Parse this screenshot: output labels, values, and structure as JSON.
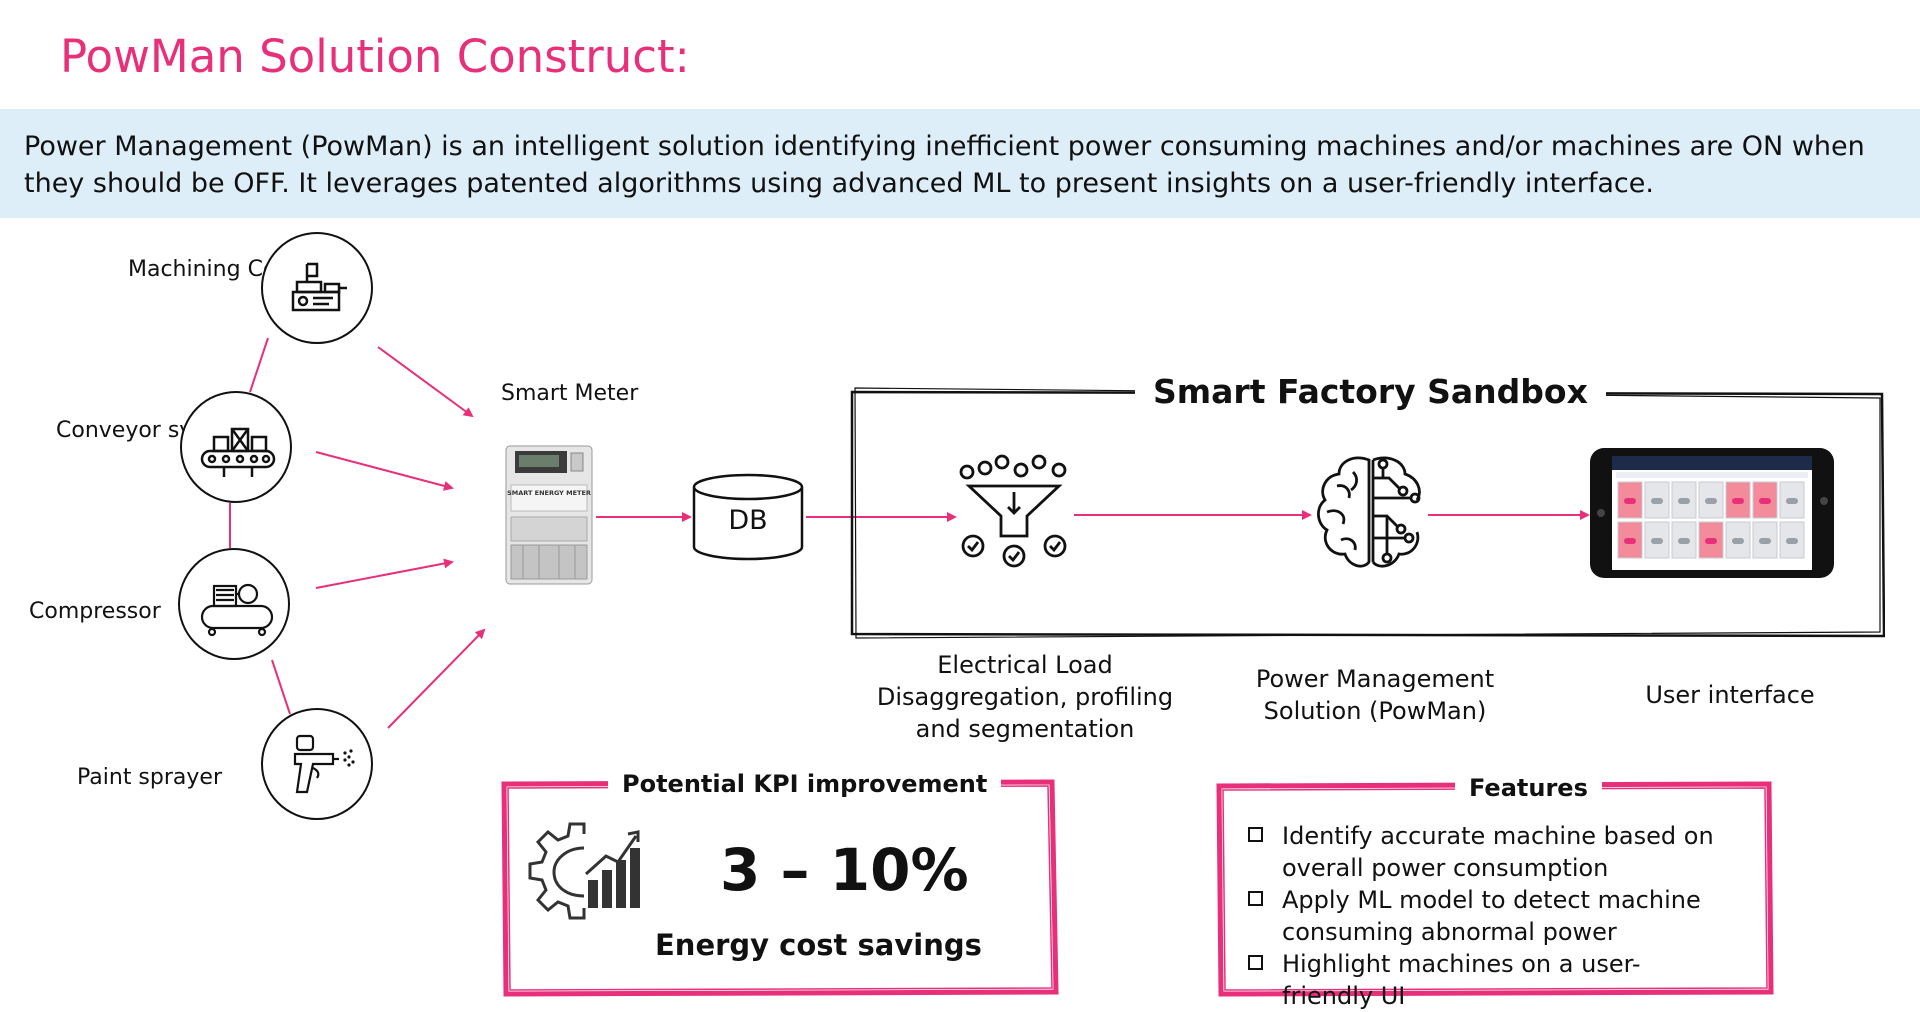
{
  "title": "PowMan Solution Construct:",
  "banner": "Power Management (PowMan) is an intelligent solution identifying inefficient power consuming machines and/or machines are ON when they should be OFF. It leverages patented algorithms using advanced ML to present insights on a user-friendly interface.",
  "machines": [
    {
      "label": "Machining Centers",
      "icon": "machining-center-icon"
    },
    {
      "label": "Conveyor systems",
      "icon": "conveyor-icon"
    },
    {
      "label": "Compressor",
      "icon": "compressor-icon"
    },
    {
      "label": "Paint sprayer",
      "icon": "paint-sprayer-icon"
    }
  ],
  "smart_meter": {
    "label": "Smart Meter",
    "plate": "SMART ENERGY METER"
  },
  "db_label": "DB",
  "sandbox": {
    "title": "Smart Factory Sandbox",
    "steps": [
      {
        "label": "Electrical Load Disaggregation, profiling and segmentation",
        "icon": "funnel-icon"
      },
      {
        "label": "Power Management Solution (PowMan)",
        "icon": "ai-brain-icon"
      },
      {
        "label": "User interface",
        "icon": "tablet-icon"
      }
    ]
  },
  "kpi": {
    "title": "Potential KPI improvement",
    "value": "3 – 10%",
    "subtitle": "Energy cost savings",
    "icon": "gear-chart-icon"
  },
  "features": {
    "title": "Features",
    "items": [
      "Identify accurate machine based on overall power consumption",
      "Apply ML model to detect machine consuming abnormal power",
      "Highlight machines on a user-friendly UI"
    ]
  },
  "colors": {
    "accent": "#e8307a",
    "banner_bg": "#ddeef9",
    "arrow": "#e8307a"
  }
}
